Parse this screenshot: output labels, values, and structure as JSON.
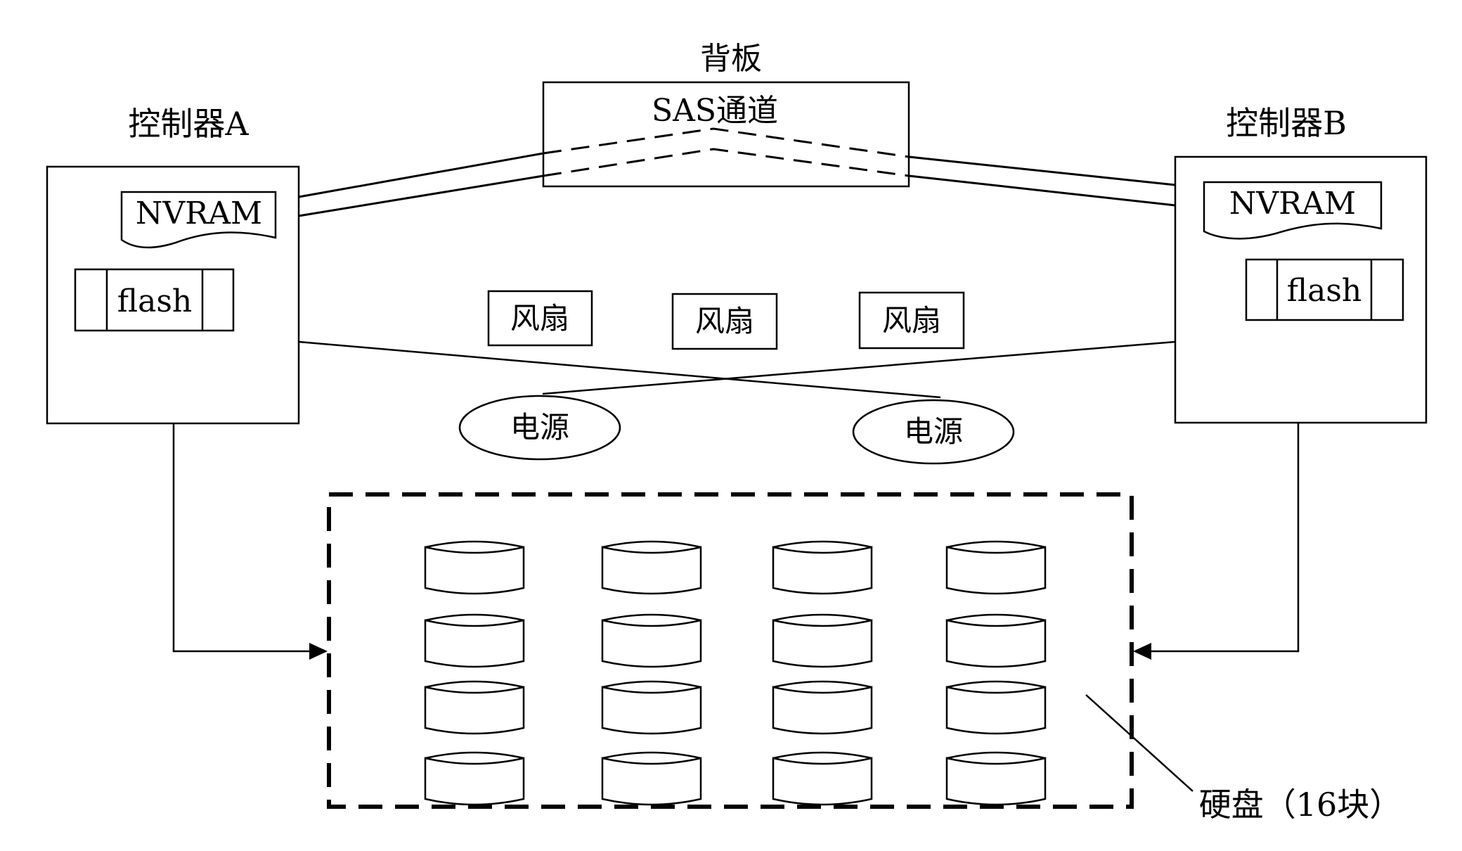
{
  "backplane": {
    "title": "背板",
    "channel_label": "SAS通道"
  },
  "controller_a": {
    "title": "控制器A",
    "nvram_label": "NVRAM",
    "flash_label": "flash"
  },
  "controller_b": {
    "title": "控制器B",
    "nvram_label": "NVRAM",
    "flash_label": "flash"
  },
  "fans": [
    {
      "label": "风扇"
    },
    {
      "label": "风扇"
    },
    {
      "label": "风扇"
    }
  ],
  "power_supplies": [
    {
      "label": "电源"
    },
    {
      "label": "电源"
    }
  ],
  "disk_array": {
    "label": "硬盘（16块）",
    "rows": 4,
    "columns": 4
  },
  "colors": {
    "stroke": "#000000",
    "background": "#ffffff"
  }
}
